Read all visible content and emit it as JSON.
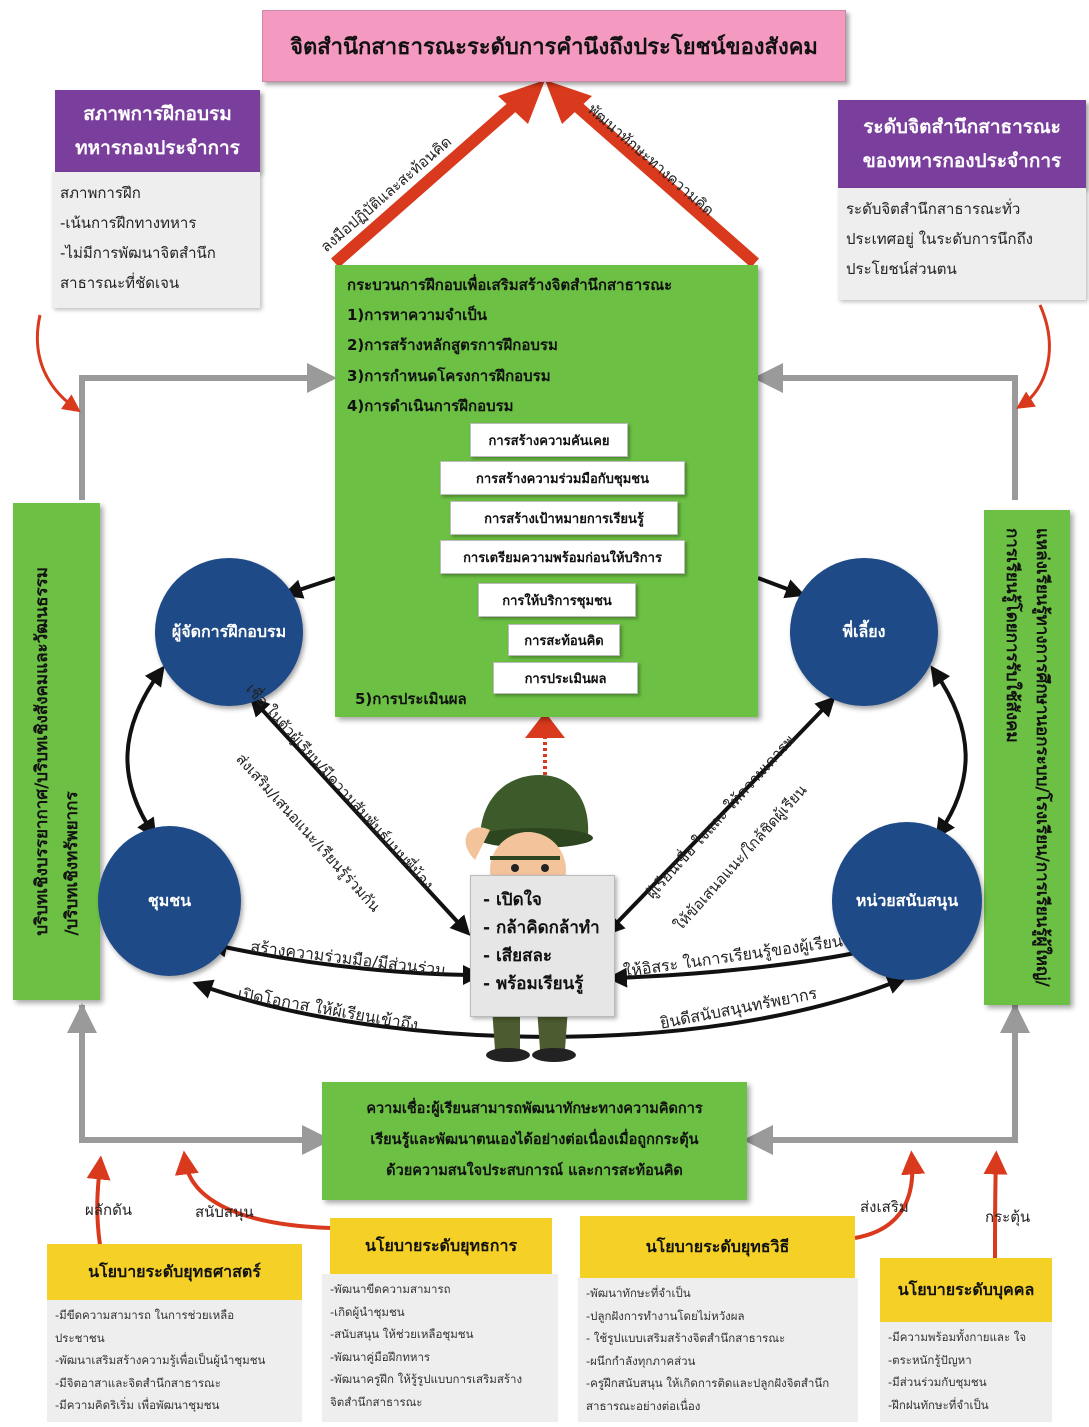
{
  "title": "จิตสำนึกสาธารณะระดับการคำนึงถึงประโยชน์ของสังคม",
  "left_box": {
    "header": "สภาพการฝึกอบรม\nทหารกองประจำการ",
    "body": "สภาพการฝึก\n-เน้นการฝึกทางทหาร\n-ไม่มีการพัฒนาจิตสำนึก\nสาธารณะที่ชัดเจน"
  },
  "right_box": {
    "header": "ระดับจิตสำนึกสาธารณะ\nของทหารกองประจำการ",
    "body": "ระดับจิตสำนึกสาธารณะทั่ว\nประเทศอยู่ ในระดับการนึกถึง\nประโยชน์ส่วนตน"
  },
  "arrow_labels": {
    "left_up": "ลงมือปฏิบัติและสะท้อนคิด",
    "right_up": "พัฒนาทักษะทางความคิด"
  },
  "process": {
    "heading": "กระบวนการฝึกอบเพื่อเสริมสร้างจิตสำนึกสาธารณะ",
    "items": [
      "1)การหาความจำเป็น",
      "2)การสร้างหลักสูตรการฝึกอบรม",
      "3)การกำหนดโครงการฝึกอบรม",
      "4)การดำเนินการฝึกอบรม"
    ],
    "steps": [
      "การสร้างความคันเคย",
      "การสร้างความร่วมมือกับชุมชน",
      "การสร้างเป้าหมายการเรียนรู้",
      "การเตรียมความพร้อมก่อนให้บริการ",
      "การให้บริการชุมชน",
      "การสะท้อนคิด",
      "การประเมินผล"
    ],
    "footer": "5)การประเมินผล"
  },
  "left_side": "บริบทเชิงบรรยากาศ/บริบทเชิงสังคมและวัฒนธรรม\n/บริบทเชิงทรัพยากร",
  "right_side": "แหล่งเรียนรู้ทางการศึกษานอกระบบ/โรงเรียน/การเรียนรู้ผู้ใหญ่/\nการเรียนรู้โดยการรับใช้สังคม",
  "circles": {
    "trainer": "ผู้จัดการฝึกอบรม",
    "mentor": "พี่เลี้ยง",
    "community": "ชุมชน",
    "support": "หน่วยสนับสนุน"
  },
  "diag_labels": {
    "a": "เชื่อ ในตัวผู้เรียน/มีความสัมพันธ์แบบพี่น้อง",
    "b": "ส่งเสริม/เสนอแนะ/เรียนรู้ร่วมกัน",
    "c": "ผู้เรียนเชื่อ ใจและ ให้ความเคารพ",
    "d": "ให้ข้อเสนอแนะ/ใกล้ชิดผู้เรียน"
  },
  "bottom_labels": {
    "a": "สร้างความร่วมมือ/มีส่วนร่วม",
    "b": "เปิดโอกาส ให้ผู้เรียนเข้าถึง",
    "c": "ให้อิสระ ในการเรียนรู้ของผู้เรียน",
    "d": "ยินดีสนับสนุนทรัพยากร"
  },
  "center_list": [
    "- เปิดใจ",
    "- กล้าคิดกล้าทำ",
    "- เสียสละ",
    "- พร้อมเรียนรู้"
  ],
  "belief": "ความเชื่อ:ผู้เรียนสามารถพัฒนาทักษะทางความคิดการ\nเรียนรู้และพัฒนาตนเองได้อย่างต่อเนื่องเมื่อถูกกระตุ้น\nด้วยความสนใจประสบการณ์ และการสะท้อนคิด",
  "red_labels": {
    "a": "ผลักดัน",
    "b": "สนับสนุน",
    "c": "ส่งเสริม",
    "d": "กระตุ้น"
  },
  "policies": [
    {
      "title": "นโยบายระดับยุทธศาสตร์",
      "body": "-มีขีดความสามารถ ในการช่วยเหลือ\nประชาชน\n-พัฒนาเสริมสร้างความรู้เพื่อเป็นผู้นำชุมชน\n-มีจิตอาสาและจิตสำนึกสาธารณะ\n-มีความคิดริเริ่ม เพื่อพัฒนาชุมชน"
    },
    {
      "title": "นโยบายระดับยุทธการ",
      "body": "-พัฒนาขีดความสามารถ\n-เกิดผู้นำชุมชน\n-สนับสนุน ให้ช่วยเหลือชุมชน\n-พัฒนาคู่มือฝึกทหาร\n-พัฒนาครูฝึก ให้รู้รูปแบบการเสริมสร้าง\nจิตสำนึกสาธารณะ"
    },
    {
      "title": "นโยบายระดับยุทธวิธี",
      "body": "-พัฒนาทักษะที่จำเป็น\n-ปลูกฝังการทำงานโดยไม่หวังผล\n- ใช้รูปแบบเสริมสร้างจิตสำนึกสาธารณะ\n-ผนึกกำลังทุกภาคส่วน\n-ครูฝึกสนับสนุน ให้เกิดการติดและปลูกฝังจิตสำนึก\nสาธารณะอย่างต่อเนื่อง"
    },
    {
      "title": "นโยบายระดับบุคคล",
      "body": "-มีความพร้อมทั้งกายและ ใจ\n-ตระหนักรู้ปัญหา\n-มีส่วนร่วมกับชุมชน\n-ฝึกฝนทักษะที่จำเป็น"
    }
  ],
  "colors": {
    "title_bg": "#f49ac1",
    "purple": "#7a3f9d",
    "green": "#6cc043",
    "navy": "#1e4a87",
    "yellow": "#f5d127",
    "red_arrow": "#d9391c",
    "grey_arrow": "#9a9a9a"
  }
}
